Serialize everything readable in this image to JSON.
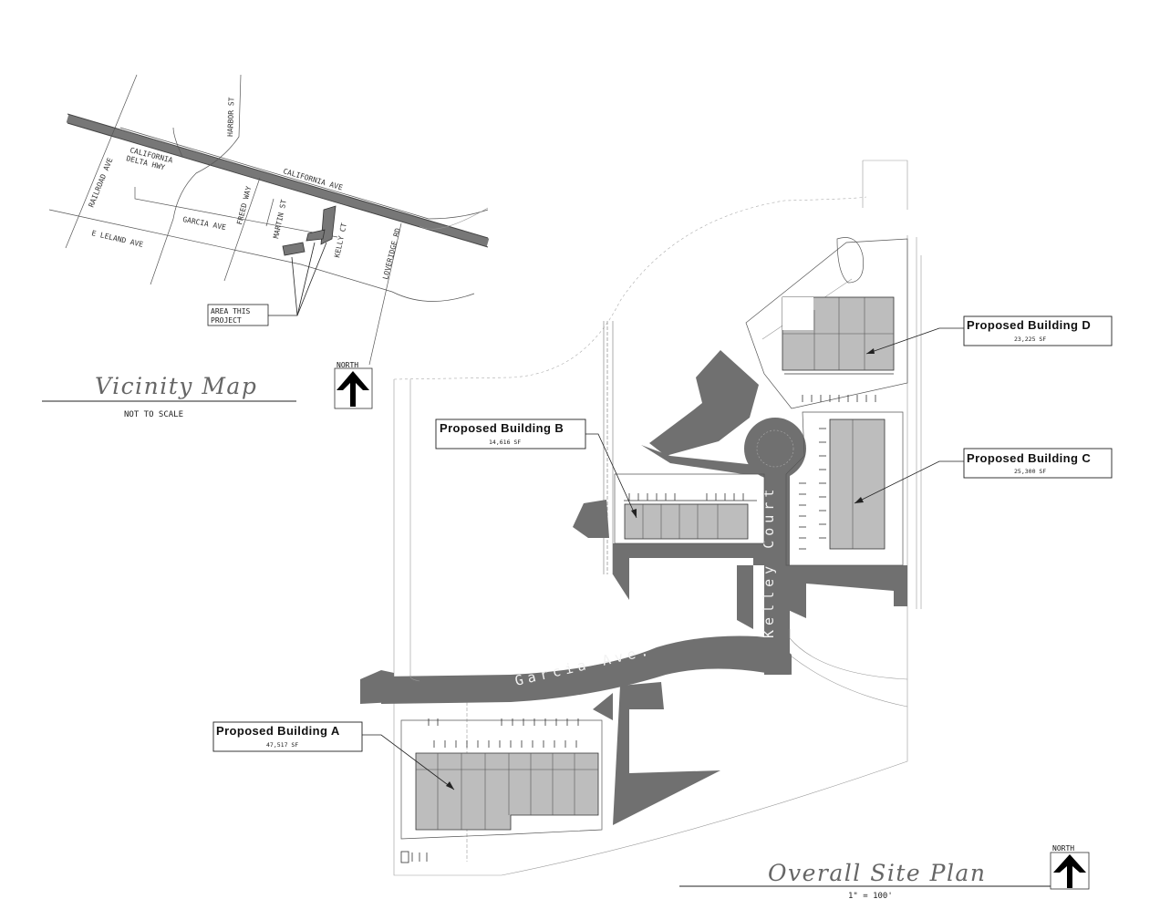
{
  "vicinity_map": {
    "title": "Vicinity Map",
    "scale_note": "NOT TO SCALE",
    "north_label": "NORTH",
    "callout": [
      "AREA THIS",
      "PROJECT"
    ],
    "streets": {
      "harbor": "HARBOR ST",
      "railroad": "RAILROAD AVE",
      "california_delta": [
        "CALIFORNIA",
        "DELTA HWY"
      ],
      "california_ave": "CALIFORNIA AVE",
      "garcia": "GARCIA AVE",
      "freed": "FREED WAY",
      "martin": "MARTIN ST",
      "kelly": "KELLY CT",
      "leland": "E LELAND AVE",
      "loveridge": "LOVERIDGE RD"
    }
  },
  "site_plan": {
    "title": "Overall Site Plan",
    "scale_note": "1\" = 100'",
    "north_label": "NORTH",
    "roads": {
      "garcia": "Garcia Ave.",
      "kelley": "Kelley Court"
    },
    "buildings": [
      {
        "name": "Proposed Building A",
        "area": "47,517 SF"
      },
      {
        "name": "Proposed Building B",
        "area": "14,616 SF"
      },
      {
        "name": "Proposed Building C",
        "area": "25,300 SF"
      },
      {
        "name": "Proposed Building D",
        "area": "23,225 SF"
      }
    ]
  },
  "colors": {
    "building_fill": "#bdbdbd",
    "pavement": "#707070",
    "linework": "#333333"
  }
}
